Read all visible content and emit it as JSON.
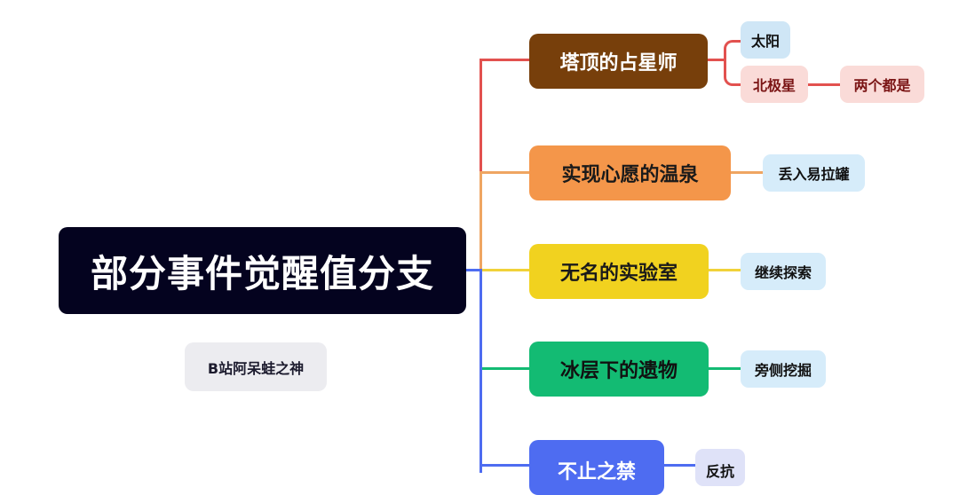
{
  "root": {
    "label": "部分事件觉醒值分支",
    "color": "#04031f"
  },
  "signature": {
    "label": "B站阿呆蛙之神"
  },
  "branches": [
    {
      "label": "塔顶的占星师",
      "bg": "#773f0b",
      "fg": "#ffffff",
      "line": "#e2514f",
      "children": [
        {
          "label": "太阳",
          "bg": "#cfe6f6",
          "fg": "#111111"
        },
        {
          "label": "北极星",
          "bg": "#fadbd8",
          "fg": "#7a1414",
          "children": [
            {
              "label": "两个都是",
              "bg": "#fadbd8",
              "fg": "#7a1414"
            }
          ]
        }
      ]
    },
    {
      "label": "实现心愿的温泉",
      "bg": "#f4964a",
      "fg": "#1a1a1a",
      "line": "#efa562",
      "children": [
        {
          "label": "丢入易拉罐",
          "bg": "#d6ecfa",
          "fg": "#111111"
        }
      ]
    },
    {
      "label": "无名的实验室",
      "bg": "#f1d21f",
      "fg": "#1a1a1a",
      "line": "#f1d23a",
      "children": [
        {
          "label": "继续探索",
          "bg": "#d6ecfa",
          "fg": "#111111"
        }
      ]
    },
    {
      "label": "冰层下的遗物",
      "bg": "#13bb73",
      "fg": "#111111",
      "line": "#13bb73",
      "children": [
        {
          "label": "旁侧挖掘",
          "bg": "#d6ecfa",
          "fg": "#111111"
        }
      ]
    },
    {
      "label": "不止之禁",
      "bg": "#4e6cf1",
      "fg": "#ffffff",
      "line": "#4e6cf1",
      "children": [
        {
          "label": "反抗",
          "bg": "#dfe2f8",
          "fg": "#111111"
        }
      ]
    }
  ]
}
